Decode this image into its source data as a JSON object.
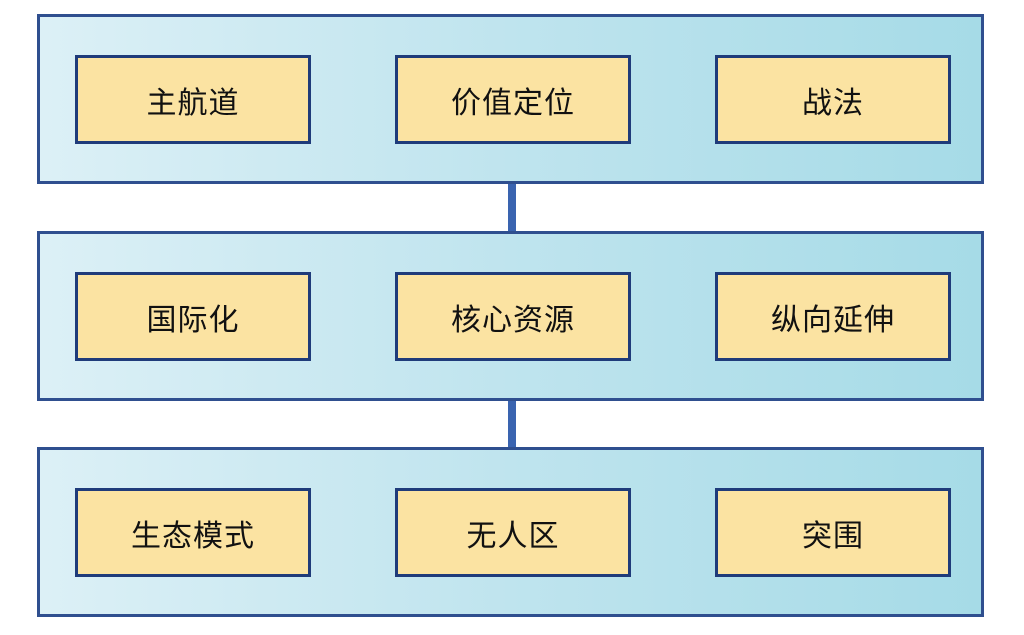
{
  "diagram": {
    "tiers": [
      {
        "nodes": [
          "主航道",
          "价值定位",
          "战法"
        ]
      },
      {
        "nodes": [
          "国际化",
          "核心资源",
          "纵向延伸"
        ]
      },
      {
        "nodes": [
          "生态模式",
          "无人区",
          "突围"
        ]
      }
    ]
  },
  "colors": {
    "tier_border": "#2f4f8f",
    "tier_gradient_start": "#dcf0f6",
    "tier_gradient_end": "#a6dbe7",
    "node_fill": "#fbe3a2",
    "node_border": "#1f3b7a",
    "connector": "#3a64b0"
  }
}
